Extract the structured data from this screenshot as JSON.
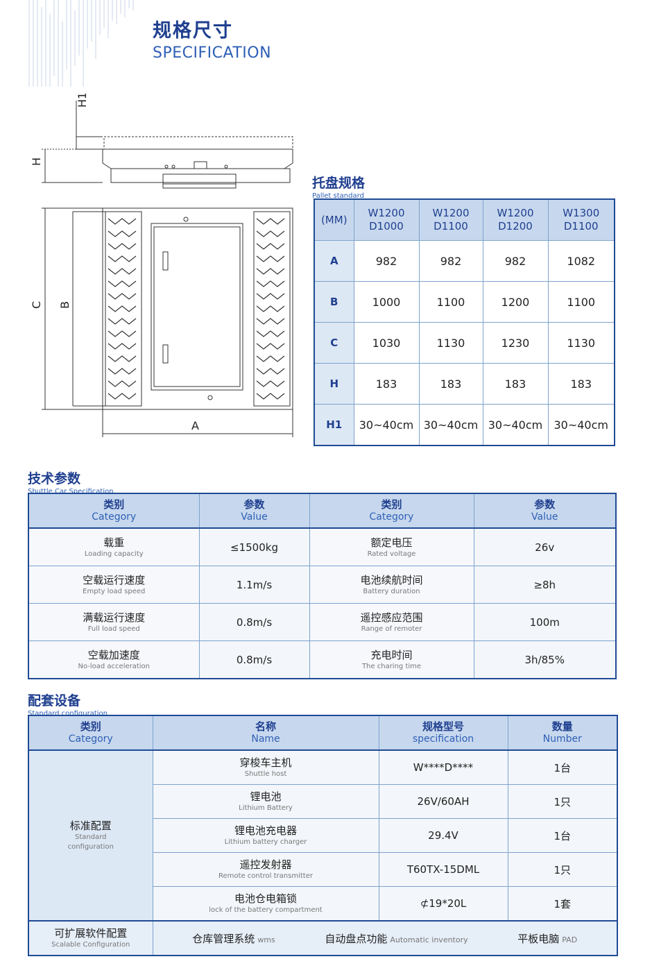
{
  "header": {
    "title_cn": "规格尺寸",
    "title_en": "SPECIFICATION"
  },
  "diagram": {
    "labels": {
      "h1": "H1",
      "h": "H",
      "c": "C",
      "b": "B",
      "a": "A"
    }
  },
  "pallet": {
    "title_cn": "托盘规格",
    "title_en": "Pallet standard",
    "corner": "(MM)",
    "columns": [
      {
        "w": "W1200",
        "d": "D1000"
      },
      {
        "w": "W1200",
        "d": "D1100"
      },
      {
        "w": "W1200",
        "d": "D1200"
      },
      {
        "w": "W1300",
        "d": "D1100"
      }
    ],
    "rows": [
      {
        "label": "A",
        "values": [
          "982",
          "982",
          "982",
          "1082"
        ]
      },
      {
        "label": "B",
        "values": [
          "1000",
          "1100",
          "1200",
          "1100"
        ]
      },
      {
        "label": "C",
        "values": [
          "1030",
          "1130",
          "1230",
          "1130"
        ]
      },
      {
        "label": "H",
        "values": [
          "183",
          "183",
          "183",
          "183"
        ]
      },
      {
        "label": "H1",
        "values": [
          "30~40cm",
          "30~40cm",
          "30~40cm",
          "30~40cm"
        ]
      }
    ]
  },
  "spec": {
    "title_cn": "技术参数",
    "title_en": "Shuttle Car Specification",
    "headers": [
      {
        "cn": "类别",
        "en": "Category"
      },
      {
        "cn": "参数",
        "en": "Value"
      },
      {
        "cn": "类别",
        "en": "Category"
      },
      {
        "cn": "参数",
        "en": "Value"
      }
    ],
    "rows": [
      {
        "cat1_cn": "载重",
        "cat1_en": "Loading capacity",
        "val1": "≤1500kg",
        "cat2_cn": "额定电压",
        "cat2_en": "Rated voltage",
        "val2": "26v"
      },
      {
        "cat1_cn": "空载运行速度",
        "cat1_en": "Empty load speed",
        "val1": "1.1m/s",
        "cat2_cn": "电池续航时间",
        "cat2_en": "Battery duration",
        "val2": "≥8h"
      },
      {
        "cat1_cn": "满载运行速度",
        "cat1_en": "Full load speed",
        "val1": "0.8m/s",
        "cat2_cn": "遥控感应范围",
        "cat2_en": "Range of remoter",
        "val2": "100m"
      },
      {
        "cat1_cn": "空载加速度",
        "cat1_en": "No-load acceleration",
        "val1": "0.8m/s",
        "cat2_cn": "充电时间",
        "cat2_en": "The charing time",
        "val2": "3h/85%"
      }
    ]
  },
  "config": {
    "title_cn": "配套设备",
    "title_en": "Standard configuration",
    "headers": [
      {
        "cn": "类别",
        "en": "Category"
      },
      {
        "cn": "名称",
        "en": "Name"
      },
      {
        "cn": "规格型号",
        "en": "specification"
      },
      {
        "cn": "数量",
        "en": "Number"
      }
    ],
    "category": {
      "cn": "标准配置",
      "en1": "Standard",
      "en2": "configuration"
    },
    "rows": [
      {
        "name_cn": "穿梭车主机",
        "name_en": "Shuttle host",
        "spec": "W****D****",
        "qty": "1台"
      },
      {
        "name_cn": "锂电池",
        "name_en": "Lithium Battery",
        "spec": "26V/60AH",
        "qty": "1只"
      },
      {
        "name_cn": "锂电池充电器",
        "name_en": "Lithium battery charger",
        "spec": "29.4V",
        "qty": "1台"
      },
      {
        "name_cn": "遥控发射器",
        "name_en": "Remote control transmitter",
        "spec": "T60TX-15DML",
        "qty": "1只"
      },
      {
        "name_cn": "电池仓电箱锁",
        "name_en": "lock of the battery compartment",
        "spec": "⊄19*20L",
        "qty": "1套"
      }
    ],
    "extended": {
      "cat_cn": "可扩展软件配置",
      "cat_en": "Scalable Configuration",
      "items": [
        {
          "cn": "仓库管理系统",
          "en": "wms"
        },
        {
          "cn": "自动盘点功能",
          "en": "Automatic inventory"
        },
        {
          "cn": "平板电脑",
          "en": "PAD"
        }
      ]
    }
  }
}
